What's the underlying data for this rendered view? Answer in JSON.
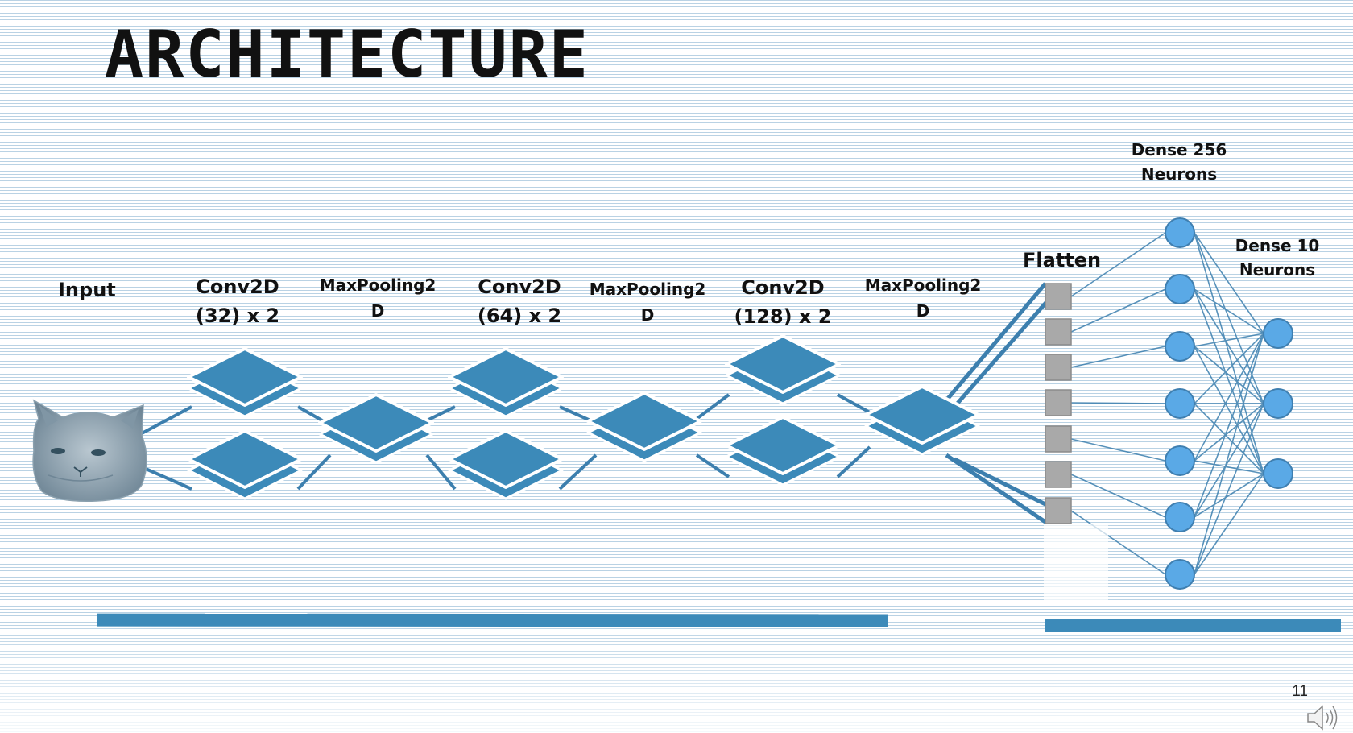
{
  "slide": {
    "title": "ARCHITECTURE",
    "page_number": "11"
  },
  "layers": {
    "input": "Input",
    "conv1": [
      "Conv2D",
      "(32) x 2"
    ],
    "pool1": [
      "MaxPooling2",
      "D"
    ],
    "conv2": [
      "Conv2D",
      "(64) x 2"
    ],
    "pool2": [
      "MaxPooling2",
      "D"
    ],
    "conv3": [
      "Conv2D",
      "(128) x 2"
    ],
    "pool3": [
      "MaxPooling2",
      "D"
    ],
    "flatten": "Flatten",
    "dense256": [
      "Dense 256",
      "Neurons"
    ],
    "dense10": [
      "Dense 10",
      "Neurons"
    ]
  },
  "colors": {
    "layer_blue": "#3c8ab9",
    "neuron_blue": "#5aa9e6",
    "flatten_grey": "#a9a9a9",
    "edge_blue": "#3c7fae"
  },
  "icons": {
    "input_image": "cat-face-icon",
    "audio": "speaker-icon"
  }
}
